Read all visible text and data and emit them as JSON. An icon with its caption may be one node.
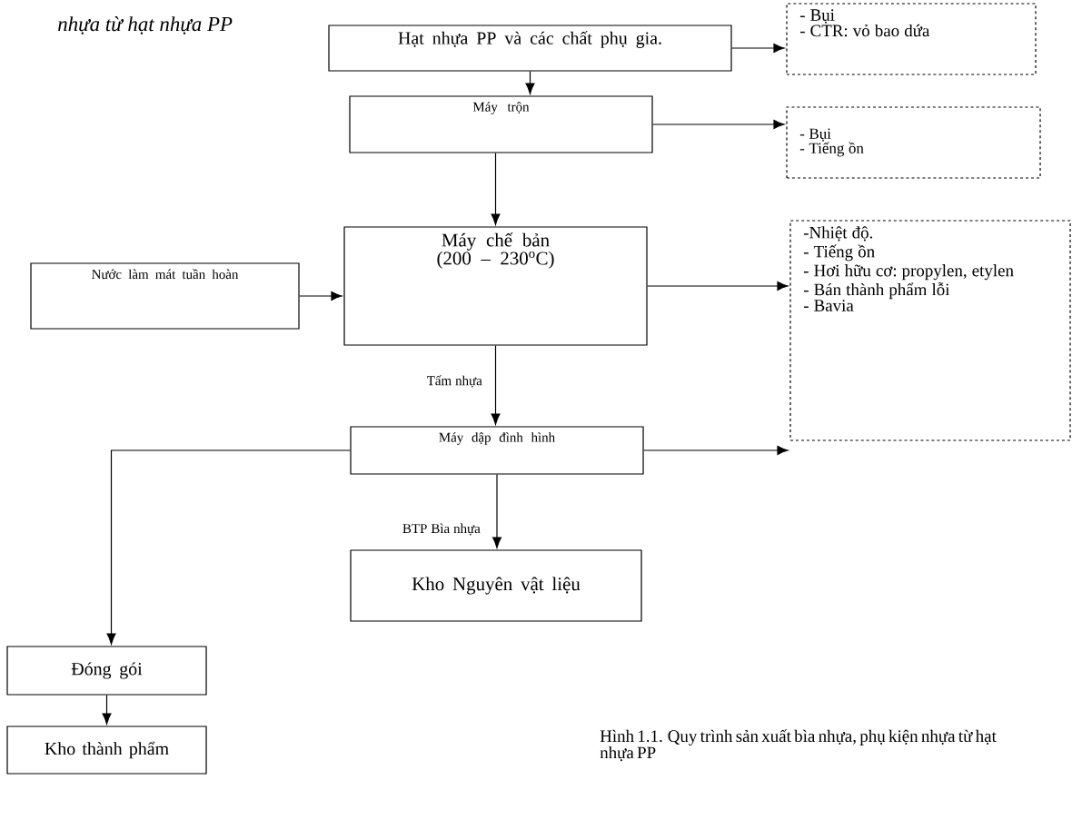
{
  "diagram": {
    "caption": "Hình 1.1. Quy trình sản xuất bìa nhựa, phụ kiện nhựa từ hạt nhựa PP",
    "nodes": [
      {
        "text": [
          "Hạt nhựa PP và các chất phụ gia."
        ]
      },
      {
        "text": [
          "- Bụi",
          "- CTR: vỏ bao dứa"
        ]
      },
      {
        "text": [
          "Máy trộn"
        ]
      },
      {
        "text": [
          "- Bụi",
          "- Tiếng ồn"
        ]
      },
      {
        "text": [
          "Nước làm mát tuần hoàn"
        ]
      },
      {
        "text": [
          "Máy chế bản",
          "(200 – 230$^{o}$C)"
        ]
      },
      {
        "text": [
          "-Nhiệt độ.",
          "- Tiếng ồn",
          "- Hơi hữu cơ: propylen, etylen",
          "- Bán thành phẩm lỗi",
          "- Bavia"
        ]
      },
      {
        "text": [
          "Máy dập đình hình"
        ]
      },
      {
        "text": [
          "Kho Nguyên vật liệu"
        ]
      },
      {
        "text": [
          "Đóng gói"
        ]
      },
      {
        "text": [
          "Kho thành phẩm"
        ]
      }
    ],
    "edges": [
      {
        "from": 0,
        "to": 1,
        "arrow": "to"
      },
      {
        "from": 0,
        "to": 2,
        "arrow": "to"
      },
      {
        "from": 2,
        "to": 3,
        "arrow": "to"
      },
      {
        "from": 2,
        "to": 5,
        "arrow": "to"
      },
      {
        "from": 4,
        "to": 5,
        "arrow": "to"
      },
      {
        "from": 5,
        "to": 6,
        "arrow": "to"
      },
      {
        "from": 5,
        "to": 7,
        "arrow": "to",
        "label": "Tấm nhựa"
      },
      {
        "from": 7,
        "to": 6,
        "arrow": "to"
      },
      {
        "from": 7,
        "to": 8,
        "arrow": "to",
        "label": "BTP Bìa nhựa"
      },
      {
        "from": 7,
        "to": 9,
        "arrow": "to"
      },
      {
        "from": 9,
        "to": 10,
        "arrow": "to"
      }
    ],
    "labels": [
      "nhựa từ hạt nhựa PP"
    ]
  }
}
